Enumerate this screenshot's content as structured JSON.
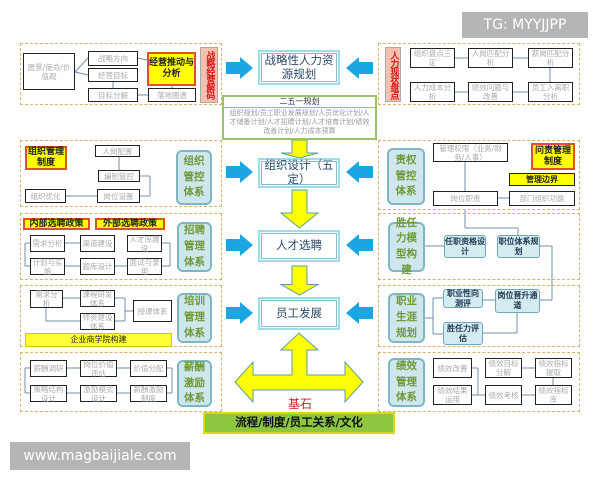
{
  "watermarks": {
    "top_right": "TG: MYYJJPP",
    "bottom_left": "www.magbaijiale.com"
  },
  "colors": {
    "arrow_blue": "#1aa6e0",
    "arrow_yellow": "#ffff00",
    "base_bar": "#8dc63f",
    "highlight_yellow": "#ffff00",
    "label_red": "#d81b1b"
  },
  "center": {
    "strategic_planning": "战略性人力资源规划",
    "plan_title": "二五一规划",
    "plan_text": "组织规划/员工职业发展规划/人员优化计划/人才储备计划/人才招聘计划/人才培育计划/绩效改善计划/人力成本预算",
    "org_design": "组织设计（五定）",
    "talent_selection": "人才选聘",
    "employee_development": "员工发展",
    "foundation_label": "基石",
    "foundation_bar": "流程/制度/员工关系/文化"
  },
  "left": {
    "strategy": {
      "vision": "愿景/使命/价值观",
      "direction": "战略方向",
      "goal": "经营目标",
      "decompose": "目标分解",
      "roadmap": "落地图谱",
      "drive": "经营推动与分析",
      "title": "战略经营解码"
    },
    "org": {
      "policy": "组织管理制度",
      "staffing": "人岗配置",
      "headcount": "编制管控",
      "positions": "岗位设置",
      "optimize": "组织优化",
      "system": "组织管控体系"
    },
    "recruit": {
      "internal": "内部选聘政策",
      "external": "外部选聘政策",
      "needs": "需求分析",
      "channel": "渠道建设",
      "pool": "人才库建设",
      "plan": "计划与实施",
      "bank": "题库设计",
      "interview": "面试与录用",
      "system": "招聘管理体系"
    },
    "training": {
      "needs": "需求分析",
      "course": "课程研发体系",
      "teacher": "师资建设体系",
      "teaching": "授课体系",
      "academy": "企业商学院构建",
      "system": "培训管理体系"
    },
    "pay": {
      "survey": "薪酬调研",
      "evaluate": "岗位价值评估",
      "distribute": "价值分配",
      "structure": "策略结构设计",
      "mode": "激励模式设计",
      "policy": "薪酬激励制度",
      "system": "薪酬激励体系"
    }
  },
  "right": {
    "inventory": {
      "title": "人力现状盘点",
      "org": "组织盘点三定",
      "match": "人岗匹配分析",
      "pay_match": "薪岗匹配分析",
      "cost": "人力成本分析",
      "perf": "绩效问题与改善",
      "turnover": "员工入离职分析"
    },
    "authority": {
      "system": "责权管控体系",
      "rights": "管理权限（业务/财务/人事）",
      "accountability": "问责管理制度",
      "boundary": "管理边界",
      "duty": "岗位职责",
      "dept": "部门组织功能"
    },
    "competency": {
      "system": "胜任力模型构建",
      "qualification": "任职资格设计",
      "job_system": "职位体系规划"
    },
    "career": {
      "system": "职业生涯规划",
      "test": "职业性向测评",
      "promotion": "岗位晋升通道",
      "assess": "胜任力评估"
    },
    "performance": {
      "system": "绩效管理体系",
      "improve": "绩效改善",
      "goal": "绩效目标分解",
      "extract": "绩效指标提取",
      "apply": "绩效结果运用",
      "review": "绩效考核",
      "library": "绩效指标库"
    }
  }
}
